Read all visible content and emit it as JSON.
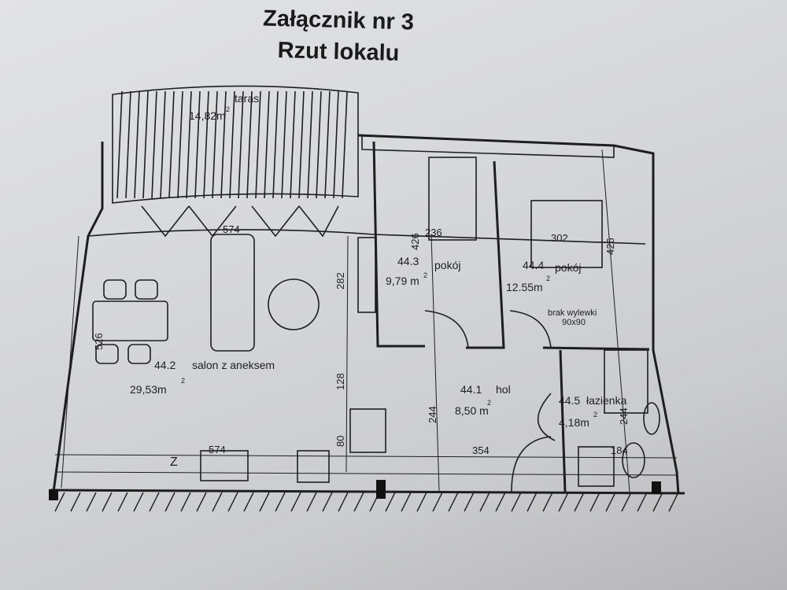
{
  "document": {
    "title_line1": "Załącznik nr 3",
    "title_line2": "Rzut lokalu"
  },
  "rooms": [
    {
      "id": "taras",
      "number": "",
      "name": "taras",
      "area": "14,82m",
      "area_sup": "2"
    },
    {
      "id": "salon",
      "number": "44.2",
      "name": "salon z aneksem",
      "area": "29,53m",
      "area_sup": "2"
    },
    {
      "id": "pokoj1",
      "number": "44.3",
      "name": "pokój",
      "area": "9,79 m",
      "area_sup": "2"
    },
    {
      "id": "pokoj2",
      "number": "44.4",
      "name": "pokój",
      "area": "12.55m",
      "area_sup": "2"
    },
    {
      "id": "hol",
      "number": "44.1",
      "name": "hol",
      "area": "8,50 m",
      "area_sup": "2"
    },
    {
      "id": "lazienka",
      "number": "44.5",
      "name": "łazienka",
      "area": "4,18m",
      "area_sup": "2"
    }
  ],
  "annotations": {
    "shower_note": "brak wylewki",
    "shower_size": "90x90",
    "fridge_mark": "Z"
  },
  "dimensions": {
    "d574_top": "574",
    "d574_bottom": "574",
    "d236": "236",
    "d302": "302",
    "d426_a": "426",
    "d426_b": "426",
    "d282": "282",
    "d128": "128",
    "d80": "80",
    "d244_a": "244",
    "d244_b": "244",
    "d354": "354",
    "d184": "184",
    "d526": "526"
  },
  "colors": {
    "ink": "#1e1e1e",
    "paper": "#d8d9dc"
  }
}
